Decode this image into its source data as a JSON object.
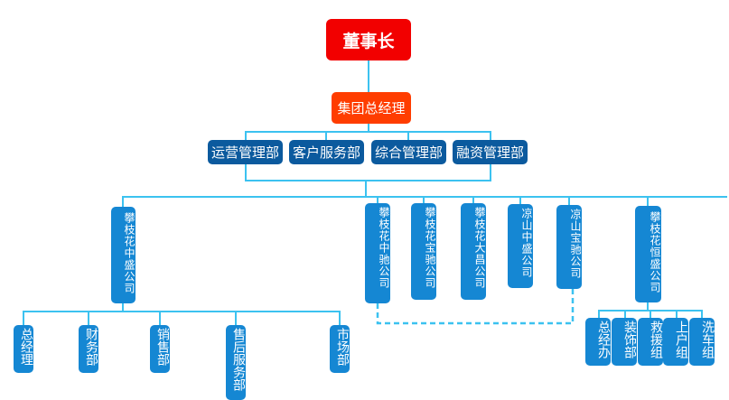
{
  "chairman": "董事长",
  "general_manager": "集团总经理",
  "departments": [
    "运营管理部",
    "客户服务部",
    "综合管理部",
    "融资管理部"
  ],
  "companies": [
    "攀枝花中盛公司",
    "攀枝花中驰公司",
    "攀枝花宝驰公司",
    "攀枝花大昌公司",
    "凉山中盛公司",
    "凉山宝驰公司",
    "攀枝花恒盛公司"
  ],
  "zhongsheng_units": [
    "总经理",
    "财务部",
    "销售部",
    "售后服务部",
    "市场部"
  ],
  "hengsheng_units": [
    "总经办",
    "装饰部",
    "救援组",
    "上户组",
    "洗车组"
  ],
  "colors": {
    "chairman": "#f20000",
    "general_manager": "#ff3d00",
    "department": "#0b5a9e",
    "company": "#1587d3",
    "connector": "#3cc2f0"
  }
}
